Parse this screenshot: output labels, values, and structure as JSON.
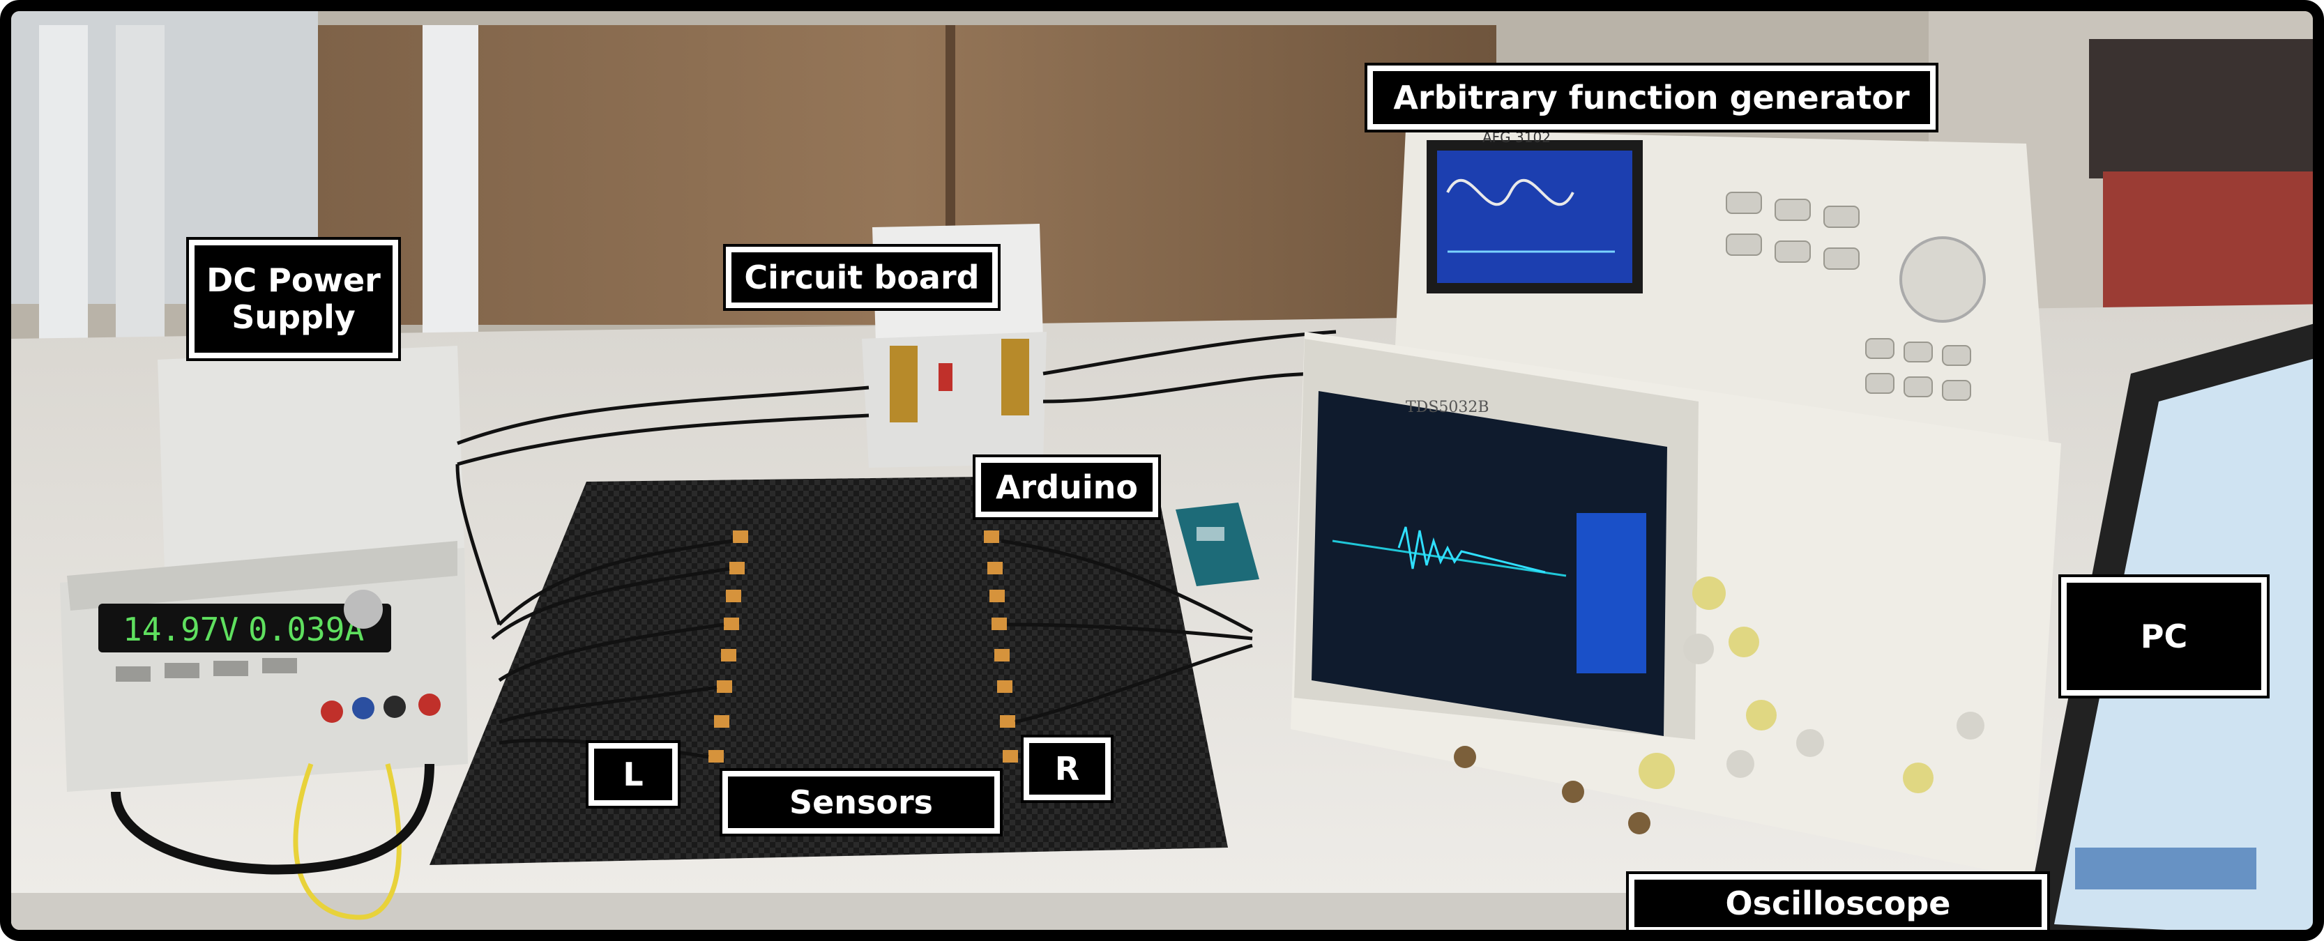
{
  "labels": {
    "dc_power_supply": "DC Power\nSupply",
    "circuit_board": "Circuit board",
    "arbitrary_function_generator": "Arbitrary function generator",
    "arduino": "Arduino",
    "pc": "PC",
    "left_marker": "L",
    "right_marker": "R",
    "sensors": "Sensors",
    "oscilloscope": "Oscilloscope"
  },
  "device_readouts": {
    "power_supply_voltage": "14.97V",
    "power_supply_current": "0.039A",
    "function_generator_model": "AFG 3102",
    "oscilloscope_model": "TDS5032B"
  },
  "colors": {
    "label_background": "#000000",
    "label_text": "#ffffff",
    "cardboard": "#8a6d52",
    "desk": "#e6e4e0",
    "carbon_plate": "#1c1c1c",
    "instrument_body": "#ece9e0",
    "lcd_green": "#5fe05f"
  }
}
